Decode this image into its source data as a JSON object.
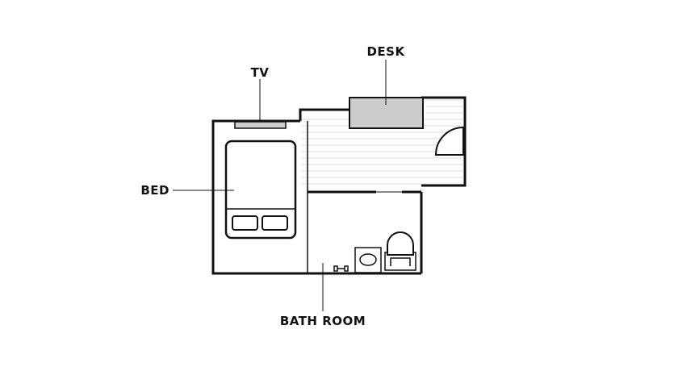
{
  "labels": {
    "tv": "TV",
    "desk": "DESK",
    "bed": "BED",
    "bath_room": "BATH ROOM"
  },
  "colors": {
    "wall": "#111111",
    "furniture_fill": "#cccccc",
    "floor_lines": "#dddddd",
    "background": "#ffffff"
  }
}
